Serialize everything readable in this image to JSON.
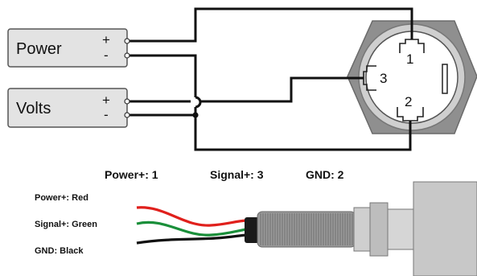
{
  "colors": {
    "box_fill": "#e3e3e3",
    "box_stroke": "#555555",
    "wire": "#111111",
    "hex_outer": "#8f8f8f",
    "hex_inner": "#cfcfcf",
    "connector_face": "#ffffff",
    "wire_red": "#e0201c",
    "wire_green": "#1a8f3a",
    "wire_black": "#111111"
  },
  "boxes": [
    {
      "id": "power",
      "label": "Power",
      "plus": "+",
      "minus": "-"
    },
    {
      "id": "volts",
      "label": "Volts",
      "plus": "+",
      "minus": "-"
    }
  ],
  "connector": {
    "pins": [
      {
        "id": "pin1",
        "label": "1"
      },
      {
        "id": "pin2",
        "label": "2"
      },
      {
        "id": "pin3",
        "label": "3"
      }
    ]
  },
  "pin_legend": [
    {
      "id": "power",
      "text": "Power+: 1"
    },
    {
      "id": "signal",
      "text": "Signal+: 3"
    },
    {
      "id": "gnd",
      "text": "GND: 2"
    }
  ],
  "wires": [
    {
      "id": "red",
      "label": "Power+: Red",
      "color": "red"
    },
    {
      "id": "green",
      "label": "Signal+:  Green",
      "color": "green"
    },
    {
      "id": "black",
      "label": "GND: Black",
      "color": "black"
    }
  ]
}
